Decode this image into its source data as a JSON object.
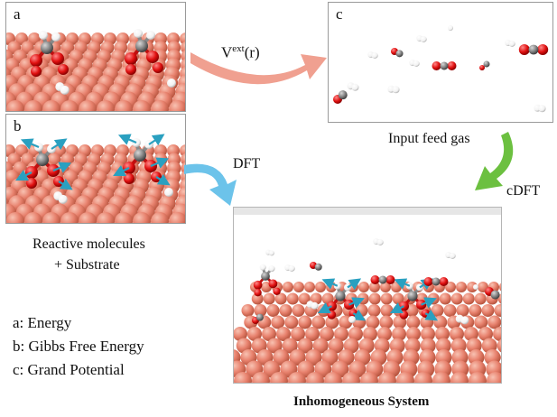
{
  "panels": {
    "a": {
      "label": "a"
    },
    "b": {
      "label": "b"
    },
    "c": {
      "label": "c"
    }
  },
  "arrows": {
    "vext_main": "V",
    "vext_sup": "ext",
    "vext_arg": "(r)",
    "dft": "DFT",
    "cdft": "cDFT"
  },
  "captions": {
    "input_feed_gas": "Input feed gas",
    "reactive_line1": "Reactive molecules",
    "reactive_line2": "+ Substrate",
    "inhomogeneous": "Inhomogeneous System"
  },
  "legend": [
    "a: Energy",
    "b: Gibbs Free Energy",
    "c: Grand Potential"
  ],
  "colors": {
    "substrate": "#e8826e",
    "oxygen": "#e01010",
    "carbon": "#808080",
    "hydrogen": "#ffffff",
    "force_arrow": "#2aa0c0",
    "arrow_vext": "#f0a090",
    "arrow_dft": "#6cc3ea",
    "arrow_cdft": "#6cc040"
  }
}
